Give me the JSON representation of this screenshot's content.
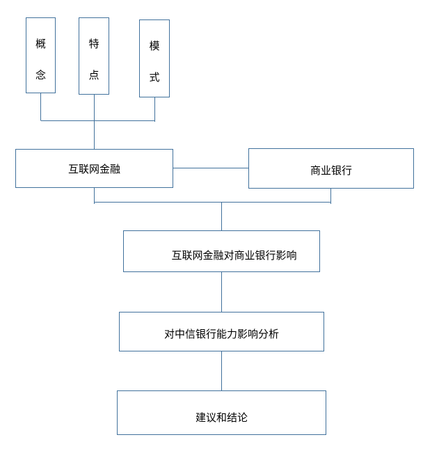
{
  "concept_boxes": [
    {
      "chars": [
        "概",
        "念"
      ]
    },
    {
      "chars": [
        "特",
        "点"
      ]
    },
    {
      "chars": [
        "模",
        "式"
      ]
    }
  ],
  "internet_finance": "互联网金融",
  "commercial_bank": "商业银行",
  "impact": "互联网金融对商业银行影响",
  "citic_analysis": "对中信银行能力影响分析",
  "conclusion": "建议和结论",
  "colors": {
    "box_border": "#41719C",
    "connector": "#41719C"
  }
}
